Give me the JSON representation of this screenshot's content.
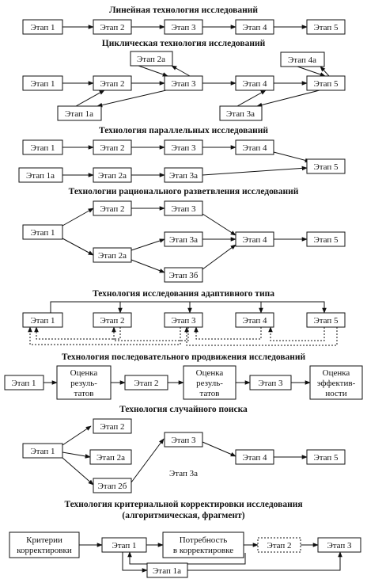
{
  "titles": {
    "linear": "Линейная технология исследований",
    "cyclic": "Циклическая технология исследований",
    "parallel": "Технология параллельных исследований",
    "rational": "Технологии рационального разветвления исследований",
    "adaptive": "Технология исследования адаптивного типа",
    "sequential": "Технология последовательного продвижения исследований",
    "random": "Технология случайного поиска",
    "criterial_1": "Технология критериальной корректировки исследования",
    "criterial_2": "(алгоритмическая, фрагмент)"
  },
  "labels": {
    "s1": "Этап 1",
    "s2": "Этап 2",
    "s3": "Этап 3",
    "s4": "Этап 4",
    "s5": "Этап 5",
    "s1a": "Этап 1а",
    "s2a": "Этап 2а",
    "s3a": "Этап 3а",
    "s4a": "Этап 4а",
    "s2b": "Этап 2б",
    "s3b": "Этап 3б",
    "eval_results_1": "Оценка",
    "eval_results_2": "резуль-",
    "eval_results_3": "татов",
    "eval_eff_1": "Оценка",
    "eval_eff_2": "эффектив-",
    "eval_eff_3": "ности",
    "criteria_1": "Критерии",
    "criteria_2": "корректировки",
    "need_1": "Потребность",
    "need_2": "в корректировке"
  }
}
